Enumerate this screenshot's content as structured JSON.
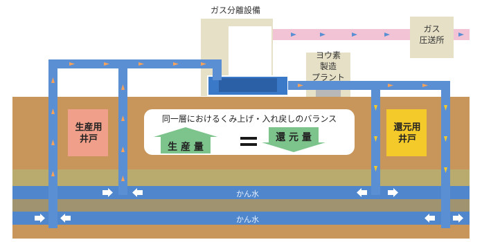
{
  "labels": {
    "gas_separation": "ガス分離設備",
    "gas_compression_line1": "ガス",
    "gas_compression_line2": "圧送所",
    "iodine_line1": "ヨウ素",
    "iodine_line2": "製造",
    "iodine_line3": "プラント",
    "production_well_line1": "生産用",
    "production_well_line2": "井戸",
    "reinjection_well_line1": "還元用",
    "reinjection_well_line2": "井戸",
    "balance_title": "同一層におけるくみ上げ・入れ戻しのバランス",
    "production_amount": "生 産 量",
    "equals": "=",
    "reinjection_amount": "還 元 量",
    "brine_upper": "かん水",
    "brine_lower": "かん水"
  },
  "colors": {
    "soil": "#c8955a",
    "pipe": "#5b8fd4",
    "brine_layer": "#4f86cc",
    "gas_pipe": "#f2c3d4",
    "production_well": "#f0a08a",
    "reinjection_well": "#f4c92a",
    "balance_arrow": "#7cc38c",
    "facility": "#e6e0c7"
  }
}
